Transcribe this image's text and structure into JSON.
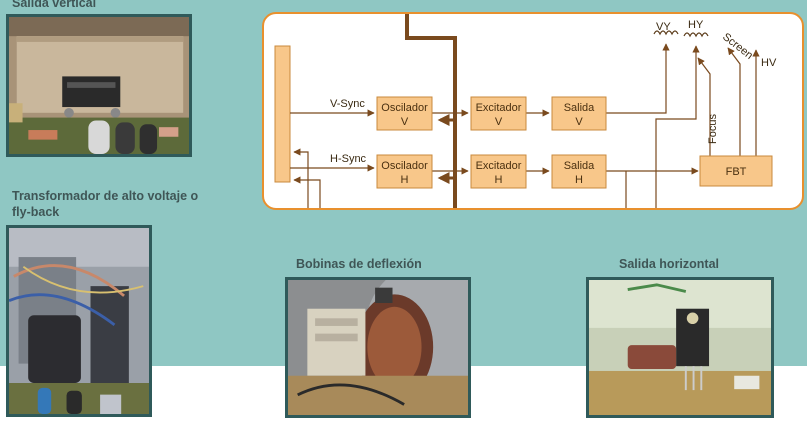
{
  "captions": {
    "vertical_output": "Salida vertical",
    "flyback": "Transformador de alto voltaje o fly-back",
    "yoke": "Bobinas de deflexión",
    "horizontal_output": "Salida horizontal"
  },
  "diagram": {
    "osc_v": [
      "Oscilador",
      "V"
    ],
    "osc_h": [
      "Oscilador",
      "H"
    ],
    "exc_v": [
      "Excitador",
      "V"
    ],
    "exc_h": [
      "Excitador",
      "H"
    ],
    "out_v": [
      "Salida",
      "V"
    ],
    "out_h": [
      "Salida",
      "H"
    ],
    "fbt": "FBT",
    "v_sync": "V-Sync",
    "h_sync": "H-Sync",
    "vy": "VY",
    "hy": "HY",
    "screen": "Screen",
    "hv": "HV",
    "focus": "Focus"
  },
  "colors": {
    "band": "#8fc7c3",
    "photo_border": "#2f5a5a",
    "panel_border": "#e8902e",
    "block_fill": "#f8c78a",
    "block_border": "#c98a3c",
    "wire": "#7a4a1e",
    "bus": "#7a4a1e"
  }
}
